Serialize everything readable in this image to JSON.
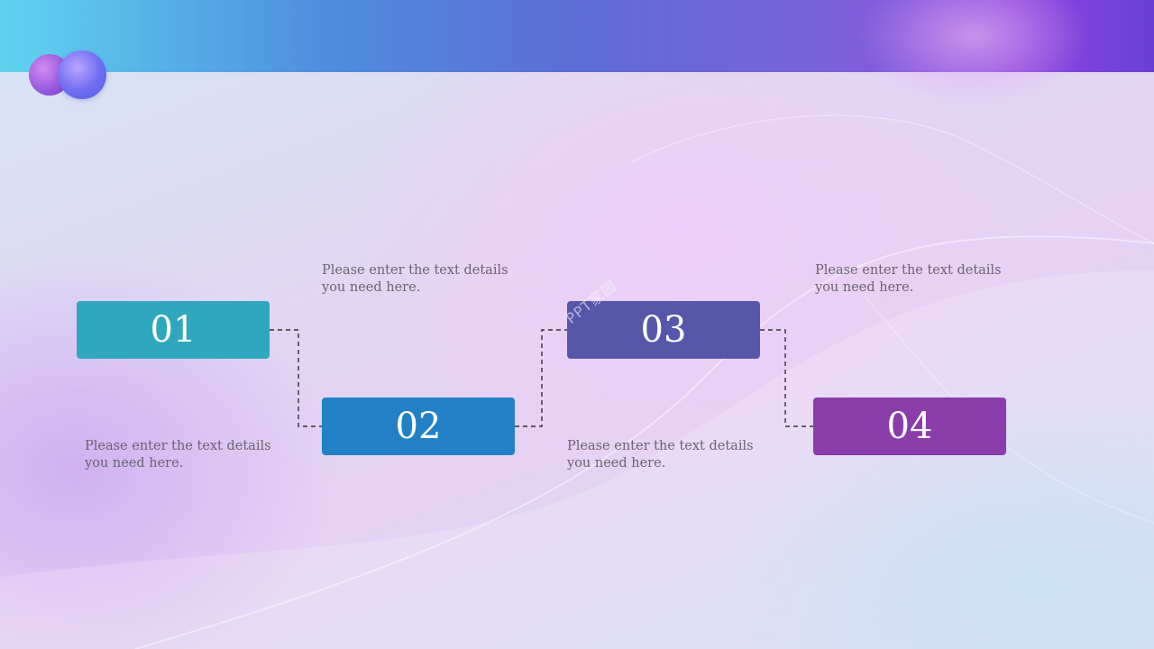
{
  "colors": {
    "step1": "#2fa8bf",
    "step2": "#2281c6",
    "step3": "#5657ab",
    "step4": "#8a3daa",
    "connector": "#333333",
    "text": "#6a6470"
  },
  "decoration": {
    "spheres": "purple-blue-spheres-icon",
    "watermark": "PPT家园"
  },
  "steps": [
    {
      "number": "01",
      "desc": "Please enter the text details\nyou need here."
    },
    {
      "number": "02",
      "desc": "Please enter the text details\nyou need here."
    },
    {
      "number": "03",
      "desc": "Please enter the text details\nyou need here."
    },
    {
      "number": "04",
      "desc": "Please enter the text details\nyou need here."
    }
  ]
}
